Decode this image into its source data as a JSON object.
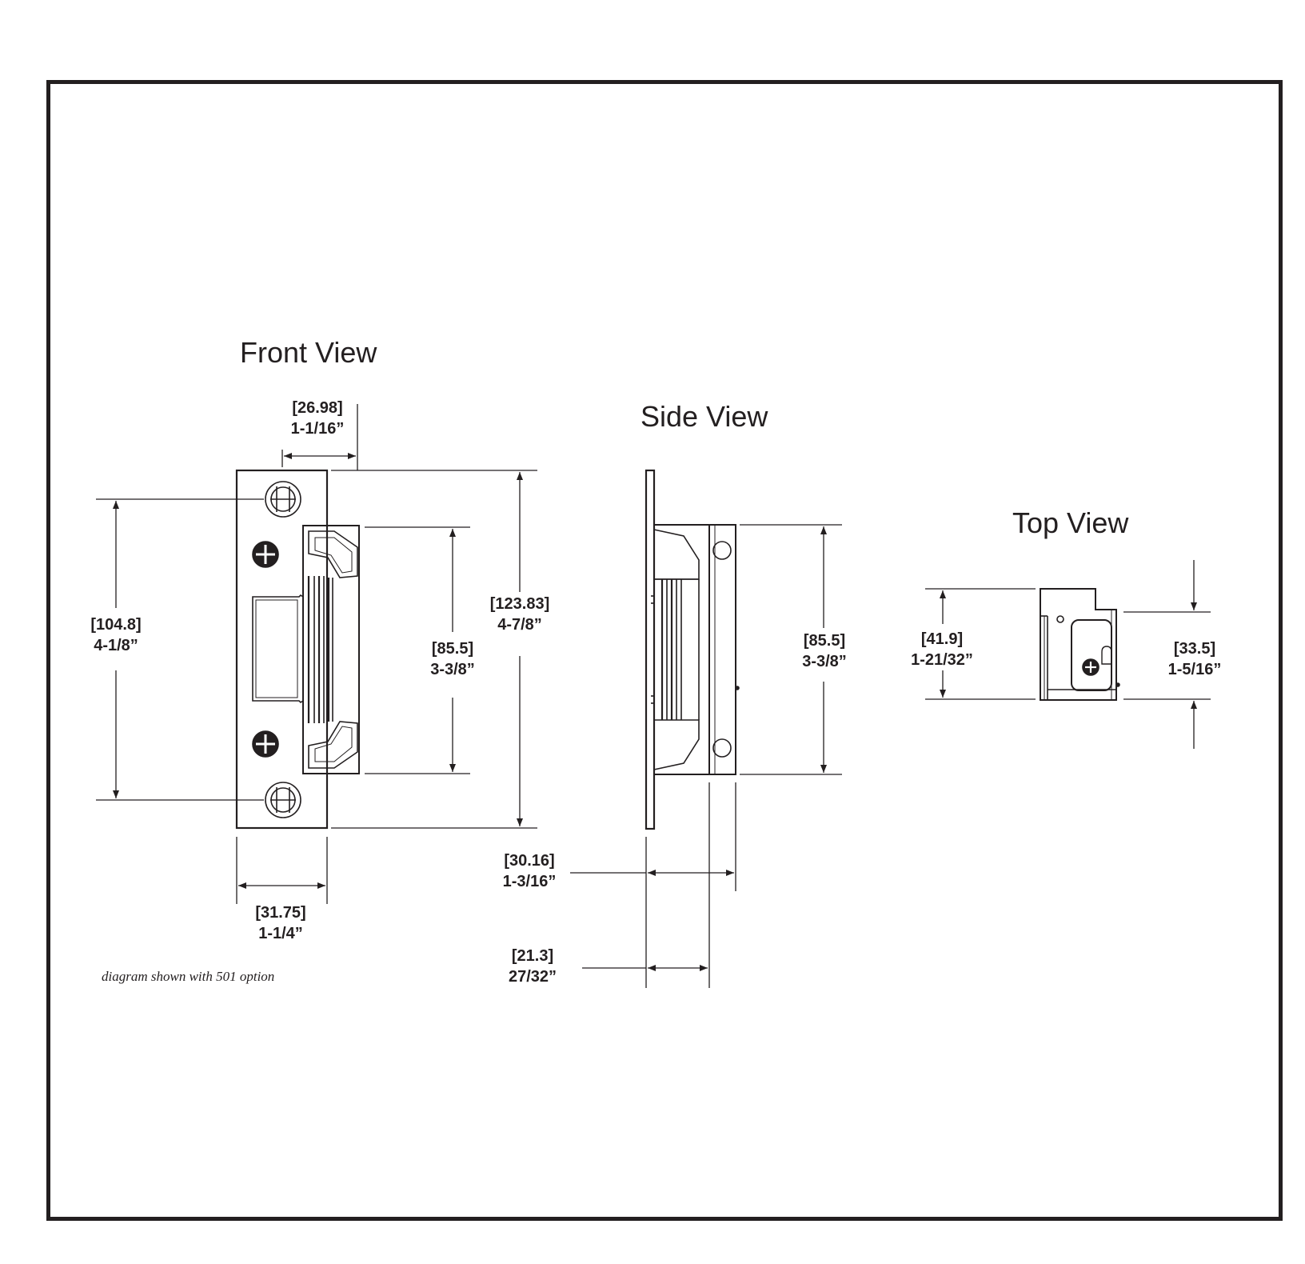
{
  "views": {
    "front": {
      "title": "Front View",
      "dims": {
        "top_width": {
          "metric": "[26.98]",
          "imperial": "1-1/16”"
        },
        "screw_span": {
          "metric": "[104.8]",
          "imperial": "4-1/8”"
        },
        "keeper_height": {
          "metric": "[85.5]",
          "imperial": "3-3/8”"
        },
        "overall_height": {
          "metric": "[123.83]",
          "imperial": "4-7/8”"
        },
        "faceplate_width": {
          "metric": "[31.75]",
          "imperial": "1-1/4”"
        }
      },
      "note": "diagram shown with 501 option"
    },
    "side": {
      "title": "Side View",
      "dims": {
        "keeper_height": {
          "metric": "[85.5]",
          "imperial": "3-3/8”"
        },
        "overall_depth": {
          "metric": "[30.16]",
          "imperial": "1-3/16”"
        },
        "body_depth": {
          "metric": "[21.3]",
          "imperial": "27/32”"
        }
      }
    },
    "top": {
      "title": "Top View",
      "dims": {
        "overall_depth": {
          "metric": "[41.9]",
          "imperial": "1-21/32”"
        },
        "body_depth": {
          "metric": "[33.5]",
          "imperial": "1-5/16”"
        }
      }
    }
  },
  "line_color": "#231f20"
}
